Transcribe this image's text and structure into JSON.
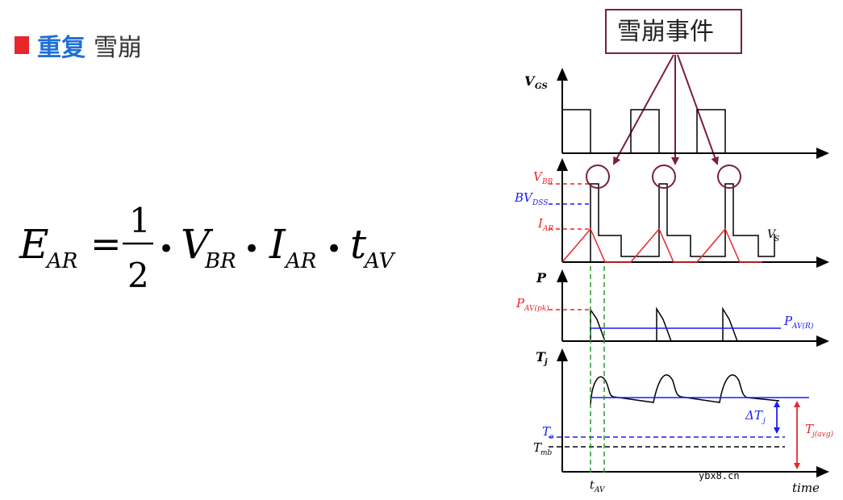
{
  "header": {
    "title_main": "重复",
    "title_sub": "雪崩"
  },
  "formula": {
    "lhs": "E",
    "lhs_sub": "AR",
    "eq": "=",
    "num": "1",
    "den": "2",
    "dot": "•",
    "v": "V",
    "v_sub": "BR",
    "i": "I",
    "i_sub": "AR",
    "t": "t",
    "t_sub": "AV"
  },
  "diagram": {
    "callout": "雪崩事件",
    "vgs": "V",
    "vgs_sub": "GS",
    "vbr": "V",
    "vbr_sub": "BR",
    "bvdss": "BV",
    "bvdss_sub": "DSS",
    "iar": "I",
    "iar_sub": "AR",
    "vs": "V",
    "vs_sub": "S",
    "p": "P",
    "pavpk": "P",
    "pavpk_sub": "AV(pk)",
    "pavr": "P",
    "pavr_sub": "AV(R)",
    "tj": "T",
    "tj_sub": "j",
    "dtj": "ΔT",
    "dtj_sub": "j",
    "tjavg": "T",
    "tjavg_sub": "j(avg)",
    "to": "T",
    "to_sub": "o",
    "tmb": "T",
    "tmb_sub": "mb",
    "tav": "t",
    "tav_sub": "AV",
    "time": "time"
  },
  "footer": {
    "watermark": "ybx8.cn"
  },
  "colors": {
    "accent_blue": "#1f6fd6",
    "accent_red": "#e8252b",
    "callout_border": "#7b1f3a",
    "green_dashed": "#2c9a2c"
  }
}
